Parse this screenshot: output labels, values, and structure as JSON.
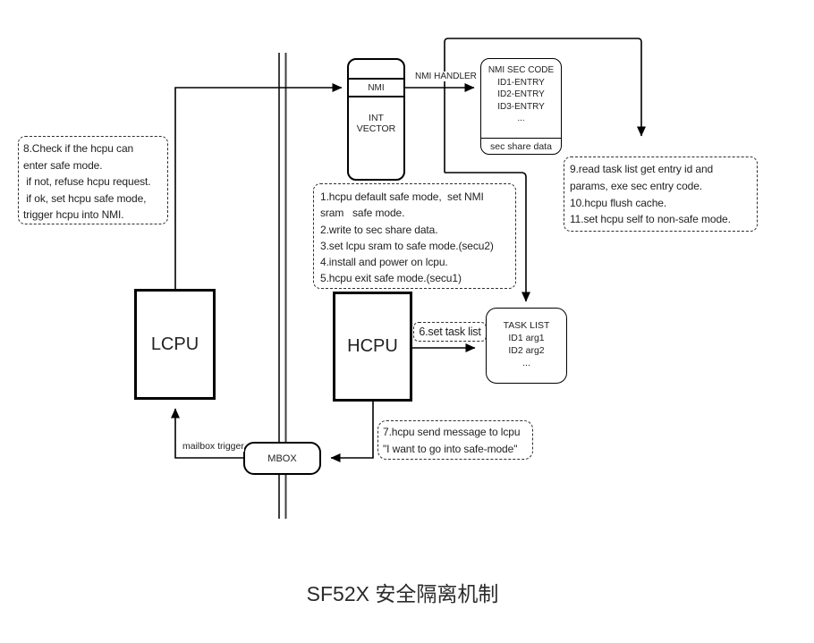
{
  "title": "SF52X 安全隔离机制",
  "colors": {
    "line": "#000000",
    "partition_line": "#3f3f3f",
    "text": "#222222",
    "background": "#ffffff"
  },
  "diagram": {
    "nmi_box": {
      "band_label": "NMI",
      "body_label": "INT VECTOR"
    },
    "nmi_handler_label": "NMI HANDLER",
    "nmi_sec_code_box": {
      "entries": "NMI SEC CODE\nID1-ENTRY\nID2-ENTRY\nID3-ENTRY\n...",
      "footer": "sec share data"
    },
    "note_step8": "8.Check if the hcpu can\nenter safe mode.\n if not, refuse hcpu request.\n if ok, set hcpu safe mode,\ntrigger hcpu into NMI.",
    "note_steps1_5": "1.hcpu default safe mode,  set NMI\nsram   safe mode.\n2.write to sec share data.\n3.set lcpu sram to safe mode.(secu2)\n4.install and power on lcpu.\n5.hcpu exit safe mode.(secu1)",
    "note_steps9_11": "9.read task list get entry id and\nparams, exe sec entry code.\n10.hcpu flush cache.\n11.set hcpu self to non-safe mode.",
    "note_step7": "7.hcpu send message to lcpu\n\"I want to go into safe-mode\"",
    "set_task_list_label": "6.set task list",
    "lcpu_label": "LCPU",
    "hcpu_label": "HCPU",
    "task_list_box": "TASK LIST\nID1 arg1\nID2 arg2\n...",
    "mbox_label": "MBOX",
    "mailbox_trigger_label": "mailbox trigger"
  }
}
